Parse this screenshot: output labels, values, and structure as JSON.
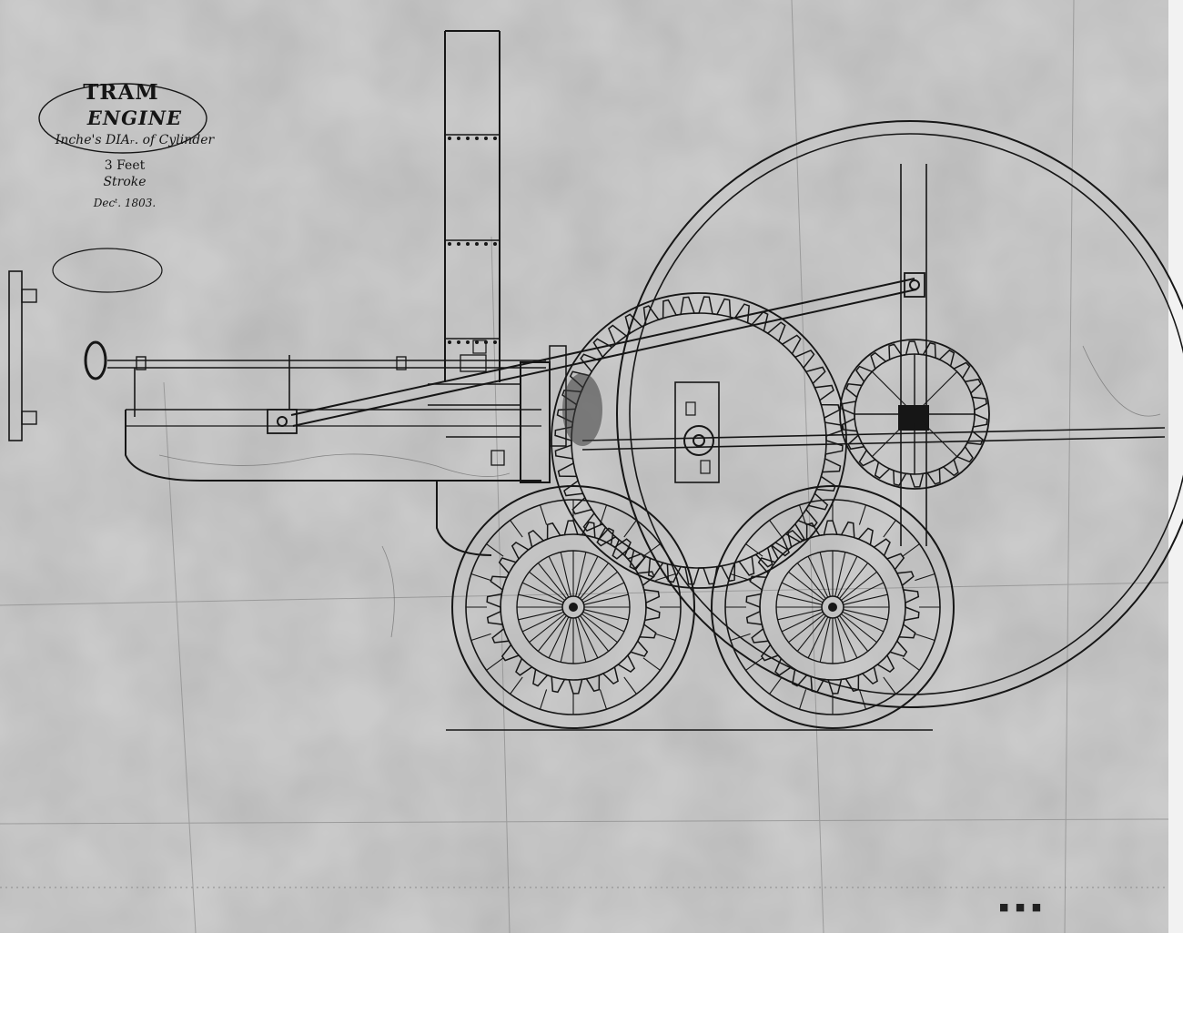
{
  "drawing": {
    "title_line1": "TRAM",
    "title_line2": "ENGINE",
    "cylinder_note": "Inche's DIAᵣ. of Cylinder",
    "stroke_value": "3 Feet",
    "stroke_label": "Stroke",
    "date": "Decᵗ. 1803.",
    "plate_marks": "■ ■ ■"
  },
  "colors": {
    "paper": "#c9c9c9",
    "ink": "#161616"
  }
}
